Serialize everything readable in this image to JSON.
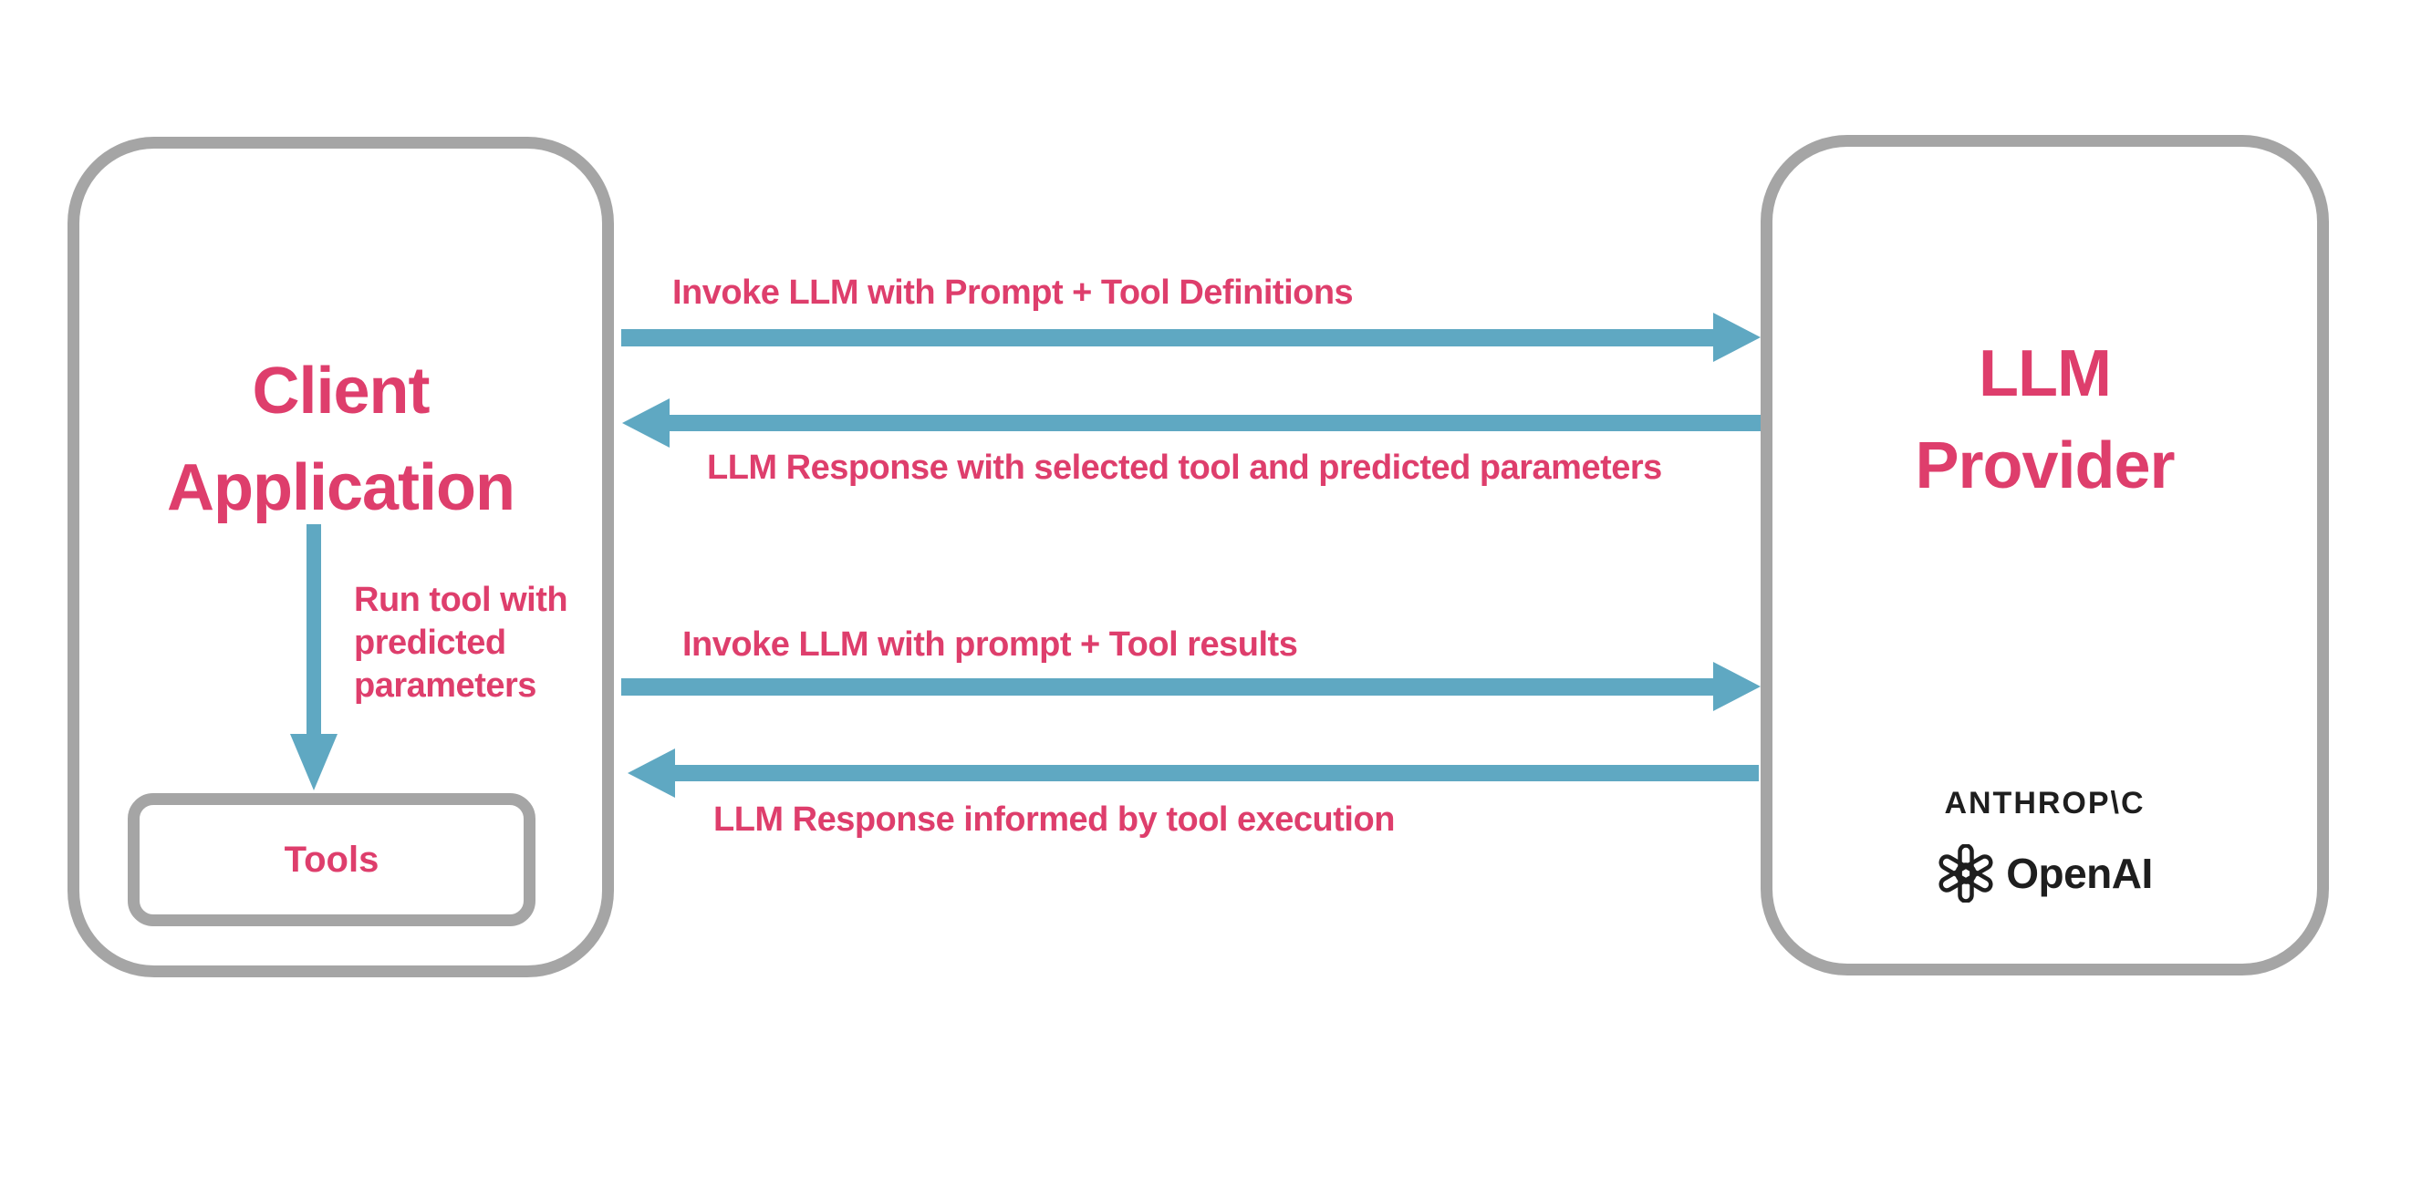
{
  "diagram": {
    "client_box": {
      "title_line1": "Client",
      "title_line2": "Application",
      "tools_label": "Tools",
      "run_tool_label_lines": [
        "Run tool with",
        "predicted",
        "parameters"
      ]
    },
    "provider_box": {
      "title_line1": "LLM",
      "title_line2": "Provider",
      "anthropic_wordmark": "ANTHROP\\C",
      "openai_wordmark": "OpenAI"
    },
    "arrows": [
      {
        "direction": "right",
        "label": "Invoke LLM with Prompt + Tool Definitions"
      },
      {
        "direction": "left",
        "label": "LLM Response with selected tool and predicted parameters"
      },
      {
        "direction": "right",
        "label": "Invoke LLM with prompt + Tool results"
      },
      {
        "direction": "left",
        "label": "LLM Response informed by tool execution"
      }
    ]
  },
  "theme": {
    "accent_pink": "#DE3E6C",
    "arrow_blue": "#5FA8C2",
    "box_gray": "#A5A5A5",
    "logo_dark": "#1E1E1E",
    "background": "#FFFFFF"
  }
}
